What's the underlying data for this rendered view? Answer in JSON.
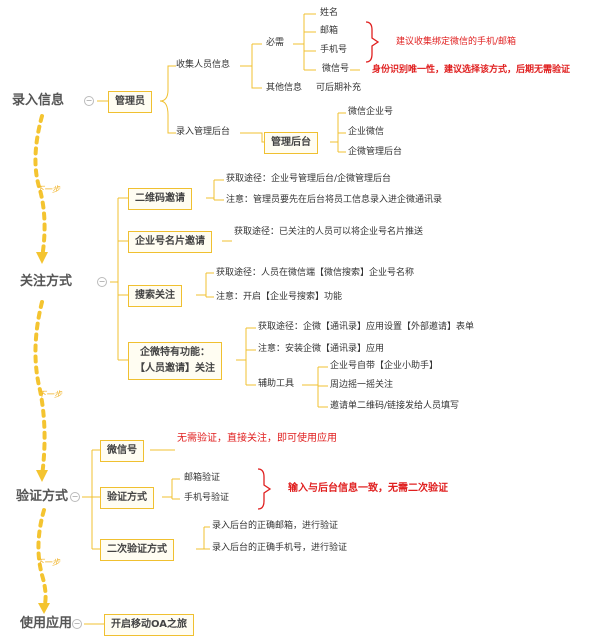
{
  "main_nodes": [
    "录入信息",
    "关注方式",
    "验证方式",
    "使用应用"
  ],
  "step_label": "下一步",
  "s1": {
    "admin": "管理员",
    "collect": "收集人员信息",
    "required": "必需",
    "items": [
      "姓名",
      "邮箱",
      "手机号",
      "微信号"
    ],
    "note_bind": "建议收集绑定微信的手机/邮箱",
    "note_wx": "身份识别唯一性，建议选择该方式，后期无需验证",
    "other": "其他信息",
    "later": "可后期补充",
    "entry": "录入管理后台",
    "backend": "管理后台",
    "backends": [
      "微信企业号",
      "企业微信",
      "企微管理后台"
    ]
  },
  "s2": {
    "qr": "二维码邀请",
    "qr_how": "获取途径：企业号管理后台/企微管理后台",
    "qr_note": "注意：管理员要先在后台将员工信息录入进企微通讯录",
    "card": "企业号名片邀请",
    "card_how": "获取途径：已关注的人员可以将企业号名片推送",
    "search": "搜索关注",
    "search_how": "获取途径：人员在微信端【微信搜索】企业号名称",
    "search_note": "注意：开启【企业号搜索】功能",
    "special": "企微特有功能：",
    "special2": "【人员邀请】关注",
    "sp_how": "获取途径：企微【通讯录】应用设置【外部邀请】表单",
    "sp_note": "注意：安装企微【通讯录】应用",
    "tools": "辅助工具",
    "tool_items": [
      "企业号自带【企业小助手】",
      "周边摇一摇关注",
      "邀请单二维码/链接发给人员填写"
    ]
  },
  "s3": {
    "wx": "微信号",
    "wx_note": "无需验证，直接关注，即可使用应用",
    "verify": "验证方式",
    "verify_items": [
      "邮箱验证",
      "手机号验证"
    ],
    "verify_note": "输入与后台信息一致，无需二次验证",
    "second": "二次验证方式",
    "second_items": [
      "录入后台的正确邮箱，进行验证",
      "录入后台的正确手机号，进行验证"
    ]
  },
  "s4": {
    "start": "开启移动OA之旅"
  }
}
